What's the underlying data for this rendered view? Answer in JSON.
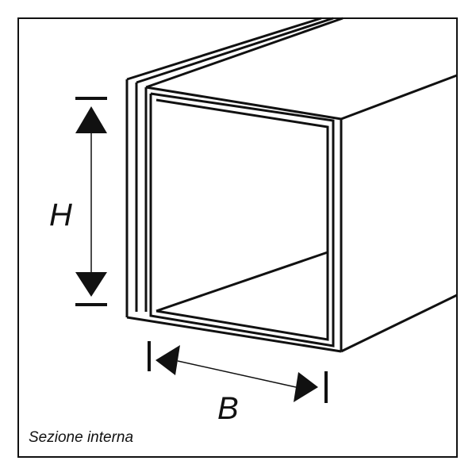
{
  "labels": {
    "height": "H",
    "width": "B",
    "caption": "Sezione interna"
  },
  "colors": {
    "stroke": "#111111",
    "background": "#ffffff"
  }
}
